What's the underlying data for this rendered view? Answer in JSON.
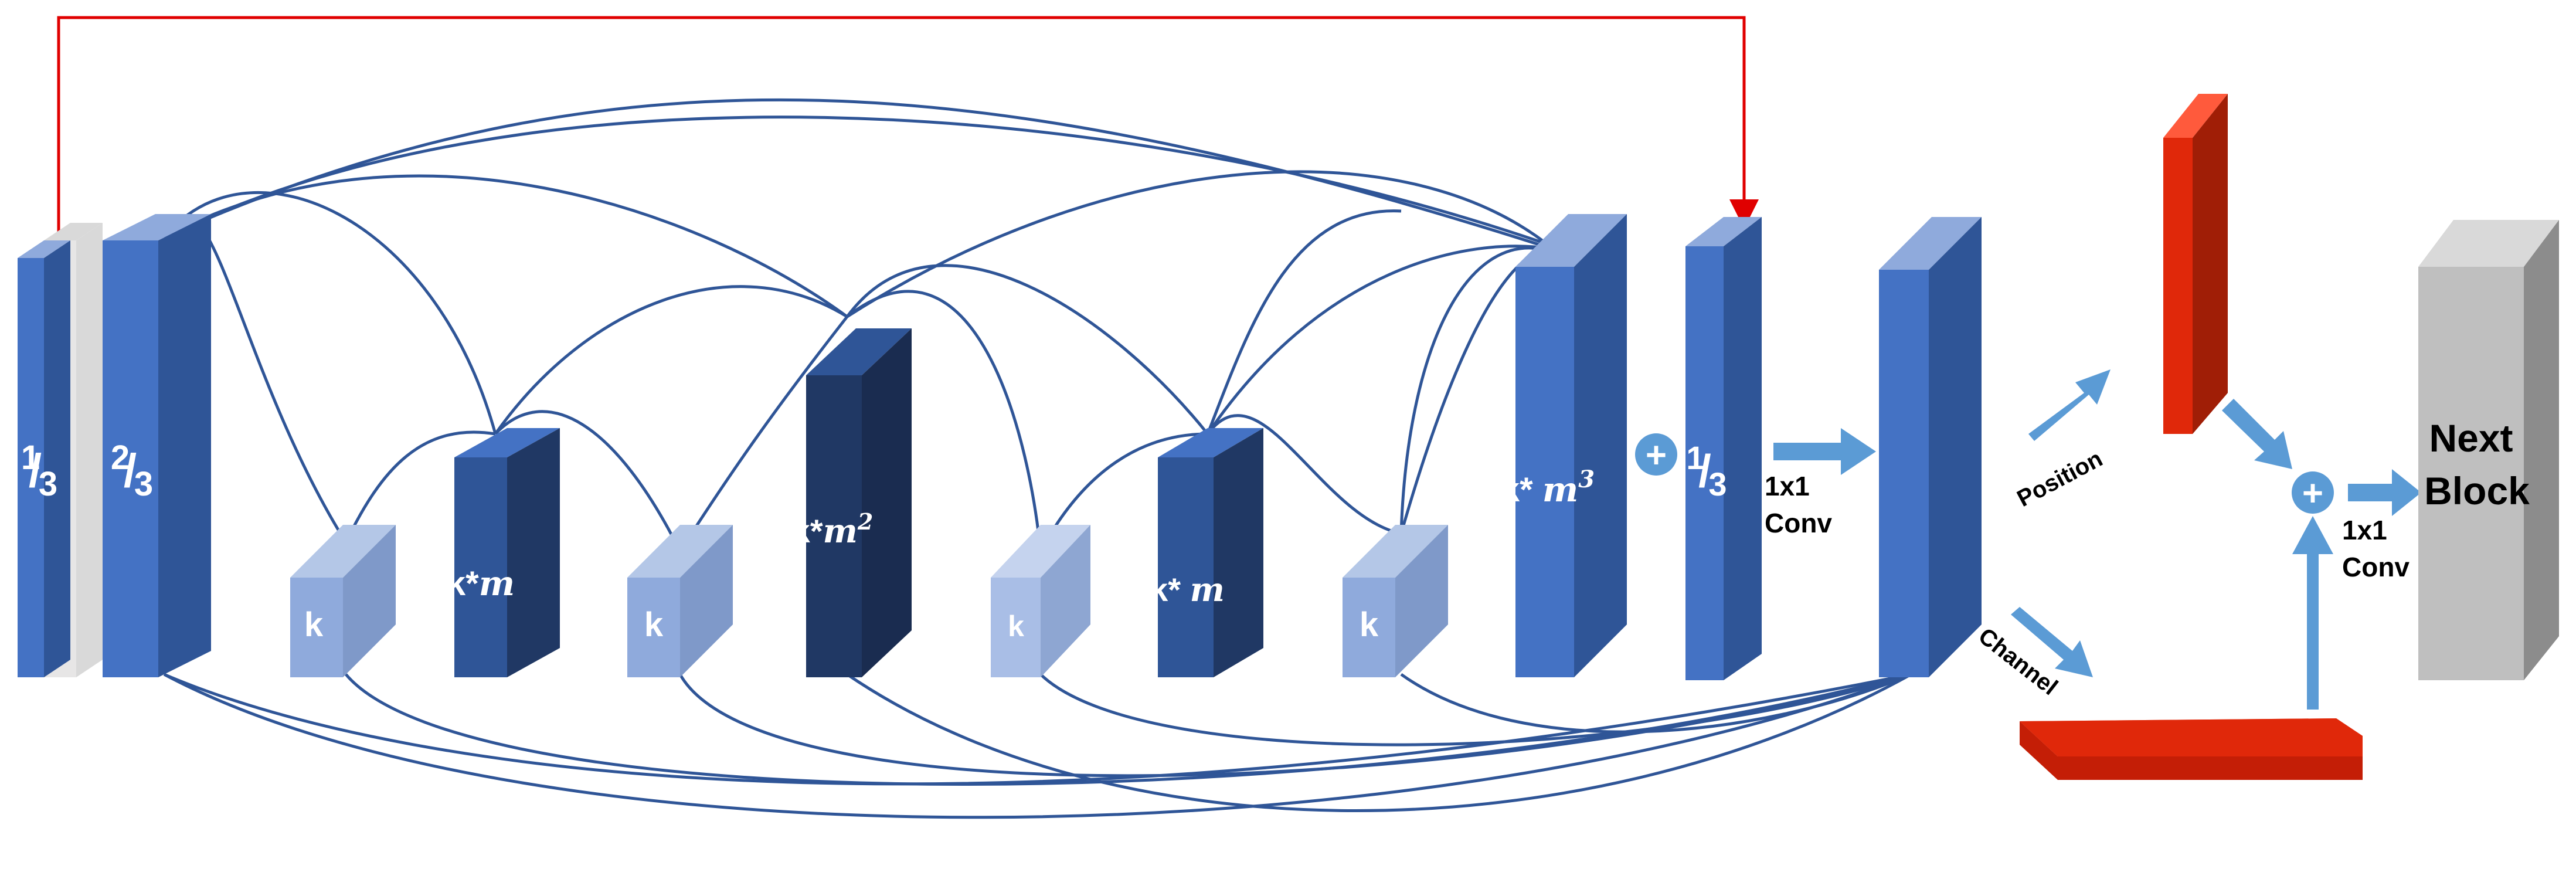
{
  "blocks": {
    "split_third": {
      "num": "1",
      "den": "3"
    },
    "split_two_thirds": {
      "num": "2",
      "den": "3"
    },
    "k1": "k",
    "km1": {
      "pre": "k*",
      "var": "m"
    },
    "k2": "k",
    "km2": {
      "pre": "k*",
      "var": "m",
      "sup": "2"
    },
    "k3": "k",
    "km3": {
      "pre": "k* ",
      "var": "m"
    },
    "k4": "k",
    "km4": {
      "pre": "k* ",
      "var": "m",
      "sup": "3"
    },
    "skip_third": {
      "num": "1",
      "den": "3"
    },
    "next_block": [
      "Next",
      "Block"
    ]
  },
  "labels": {
    "conv1": [
      "1x1",
      "Conv"
    ],
    "conv2": [
      "1x1",
      "Conv"
    ],
    "position": "Position",
    "channel": "Channel",
    "plus": "+"
  },
  "colors": {
    "blue": "#4472C4",
    "blue_dark": "#2F5597",
    "navy": "#203864",
    "light_blue": "#8FAADC",
    "connection": "#2F5597",
    "skip_arrow": "#E00000",
    "red_block": "#E0280A",
    "gray_block": "#BFBFBF",
    "arrow_light": "#5B9BD5"
  }
}
